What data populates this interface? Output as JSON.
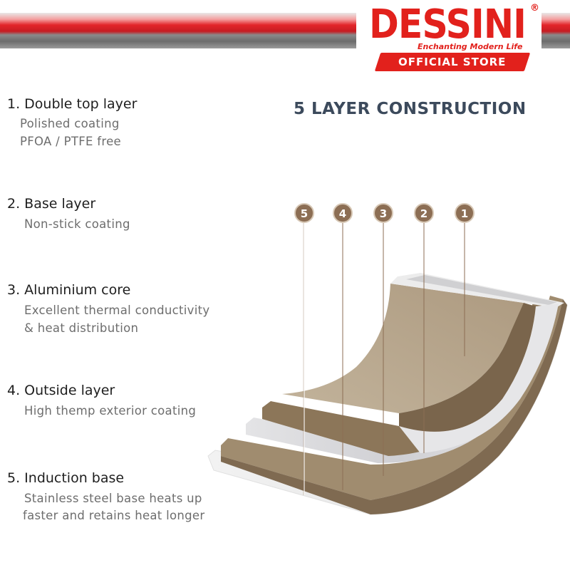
{
  "header": {
    "brand": "DESSINI",
    "registered": "®",
    "tagline": "Enchanting Modern Life",
    "store_label": "OFFICIAL STORE",
    "brand_color": "#e2211c"
  },
  "heading": "5 LAYER CONSTRUCTION",
  "layers": [
    {
      "title": "1. Double top layer",
      "desc": [
        "Polished coating",
        "PFOA / PTFE free"
      ]
    },
    {
      "title": "2. Base layer",
      "desc": [
        "Non-stick coating"
      ]
    },
    {
      "title": "3. Aluminium core",
      "desc": [
        "Excellent thermal conductivity",
        "& heat distribution"
      ]
    },
    {
      "title": "4. Outside layer",
      "desc": [
        "High themp exterior coating"
      ]
    },
    {
      "title": "5. Induction base",
      "desc": [
        "Stainless steel base heats up",
        "faster and retains heat longer"
      ]
    }
  ],
  "badges": [
    "5",
    "4",
    "3",
    "2",
    "1"
  ],
  "colors": {
    "badge": "#8c6e54",
    "coating": "#b8a58a",
    "aluminium": "#d9d9dc",
    "steel": "#ececec"
  }
}
